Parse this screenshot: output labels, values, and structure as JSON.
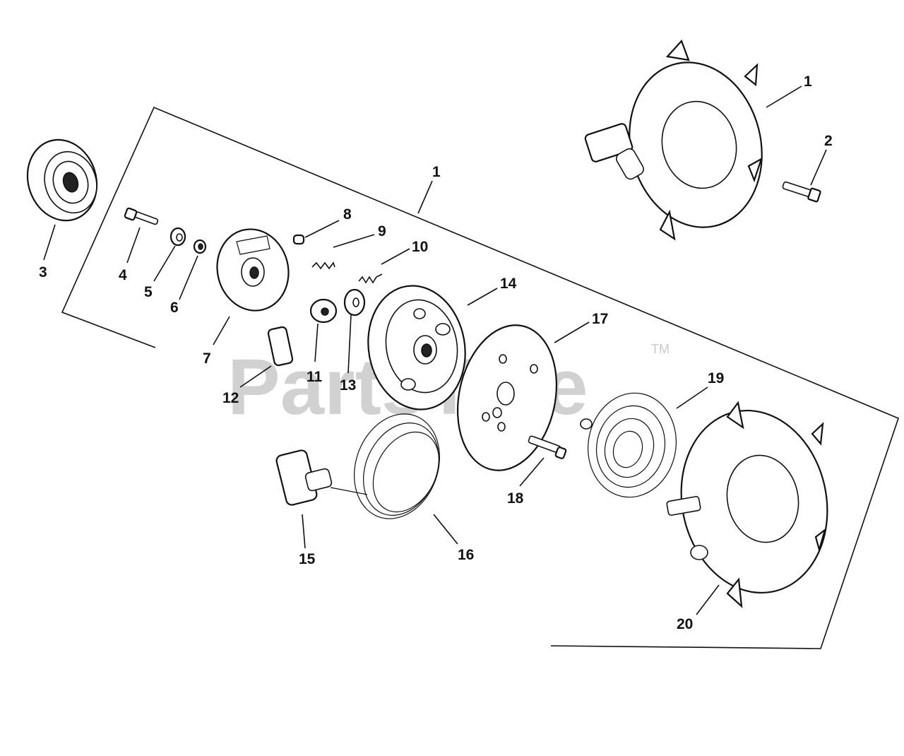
{
  "watermark": {
    "text": "PartsTree",
    "trademark": "TM"
  },
  "callouts": [
    {
      "id": "c1a",
      "num": "1"
    },
    {
      "id": "c1b",
      "num": "1"
    },
    {
      "id": "c2",
      "num": "2"
    },
    {
      "id": "c3",
      "num": "3"
    },
    {
      "id": "c4",
      "num": "4"
    },
    {
      "id": "c5",
      "num": "5"
    },
    {
      "id": "c6",
      "num": "6"
    },
    {
      "id": "c7",
      "num": "7"
    },
    {
      "id": "c8",
      "num": "8"
    },
    {
      "id": "c9",
      "num": "9"
    },
    {
      "id": "c10",
      "num": "10"
    },
    {
      "id": "c11",
      "num": "11"
    },
    {
      "id": "c12",
      "num": "12"
    },
    {
      "id": "c13",
      "num": "13"
    },
    {
      "id": "c14",
      "num": "14"
    },
    {
      "id": "c15",
      "num": "15"
    },
    {
      "id": "c16",
      "num": "16"
    },
    {
      "id": "c17",
      "num": "17"
    },
    {
      "id": "c18",
      "num": "18"
    },
    {
      "id": "c19",
      "num": "19"
    },
    {
      "id": "c20",
      "num": "20"
    }
  ]
}
